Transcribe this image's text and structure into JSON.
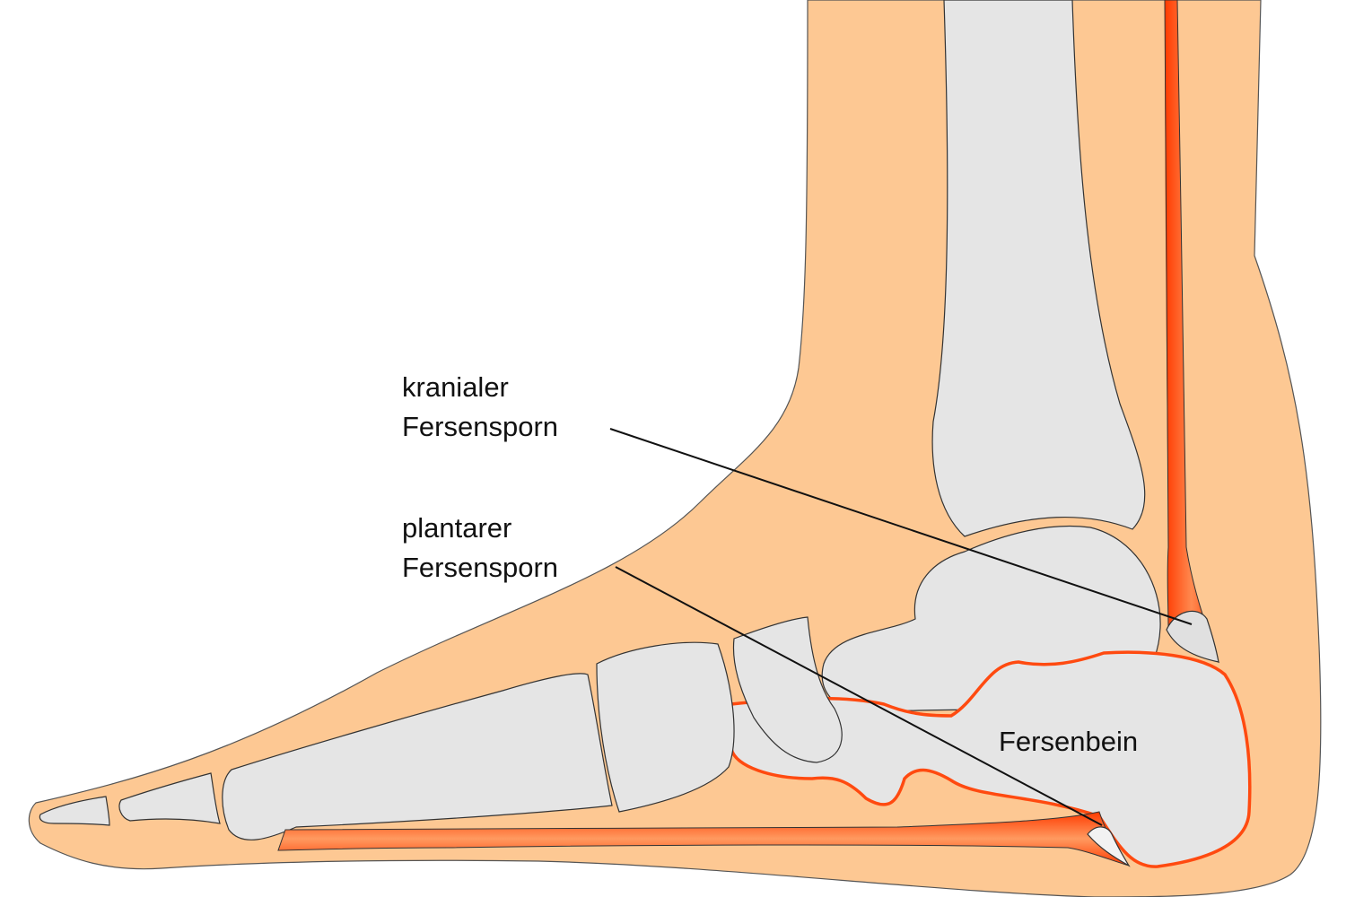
{
  "labels": {
    "cranial_heel_spur": {
      "line1": "kranialer",
      "line2": "Fersensporn"
    },
    "plantar_heel_spur": {
      "line1": "plantarer",
      "line2": "Fersensporn"
    },
    "calcaneus": "Fersenbein"
  },
  "colors": {
    "skin": "#FDC893",
    "bone": "#E5E5E5",
    "tendon": "#FF4A10",
    "outline": "#000000"
  }
}
